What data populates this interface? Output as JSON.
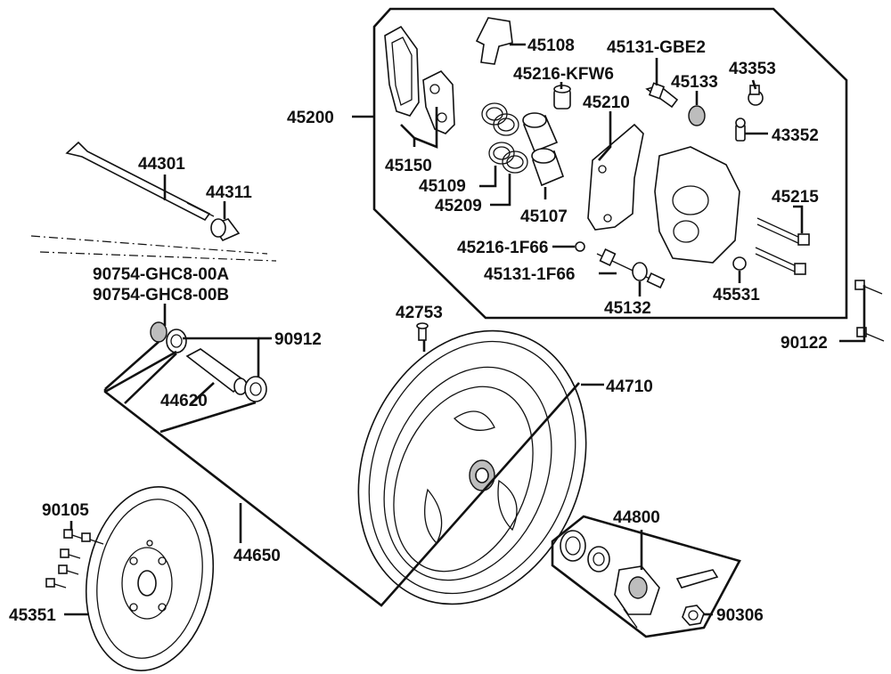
{
  "labels": {
    "p45200": "45200",
    "p45150": "45150",
    "p45108": "45108",
    "p45216_kfw6": "45216-KFW6",
    "p45131_gbe2": "45131-GBE2",
    "p45133": "45133",
    "p43353": "43353",
    "p43352": "43352",
    "p45210": "45210",
    "p45109": "45109",
    "p45209": "45209",
    "p45107": "45107",
    "p45215": "45215",
    "p45216_1f66": "45216-1F66",
    "p45131_1f66": "45131-1F66",
    "p45132": "45132",
    "p45531": "45531",
    "p44301": "44301",
    "p44311": "44311",
    "p90754_a": "90754-GHC8-00A",
    "p90754_b": "90754-GHC8-00B",
    "p42753": "42753",
    "p90912": "90912",
    "p44620": "44620",
    "p44710": "44710",
    "p90122": "90122",
    "p44650": "44650",
    "p90105": "90105",
    "p45351": "45351",
    "p44800": "44800",
    "p90306": "90306"
  }
}
